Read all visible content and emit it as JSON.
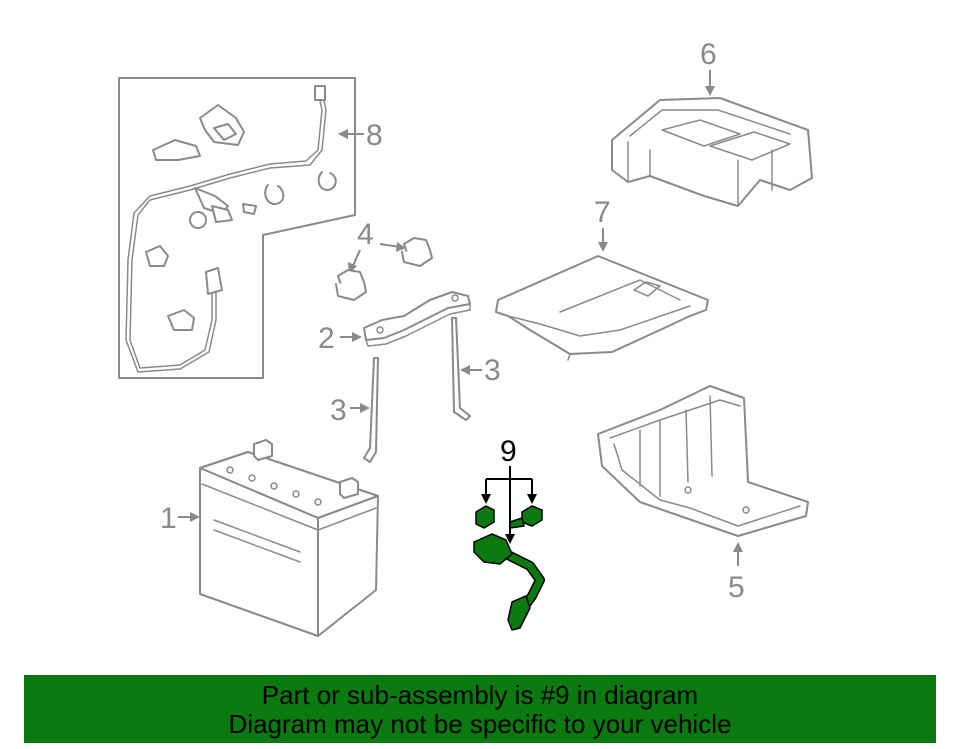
{
  "callouts": {
    "c1": "1",
    "c2": "2",
    "c3a": "3",
    "c3b": "3",
    "c4": "4",
    "c5": "5",
    "c6": "6",
    "c7": "7",
    "c8": "8",
    "c9": "9"
  },
  "banner": {
    "line1": "Part or sub-assembly is #9 in diagram",
    "line2": "Diagram may not be specific to your vehicle"
  },
  "colors": {
    "highlight": "#0a7a10",
    "lineart": "#8a8a8a"
  }
}
